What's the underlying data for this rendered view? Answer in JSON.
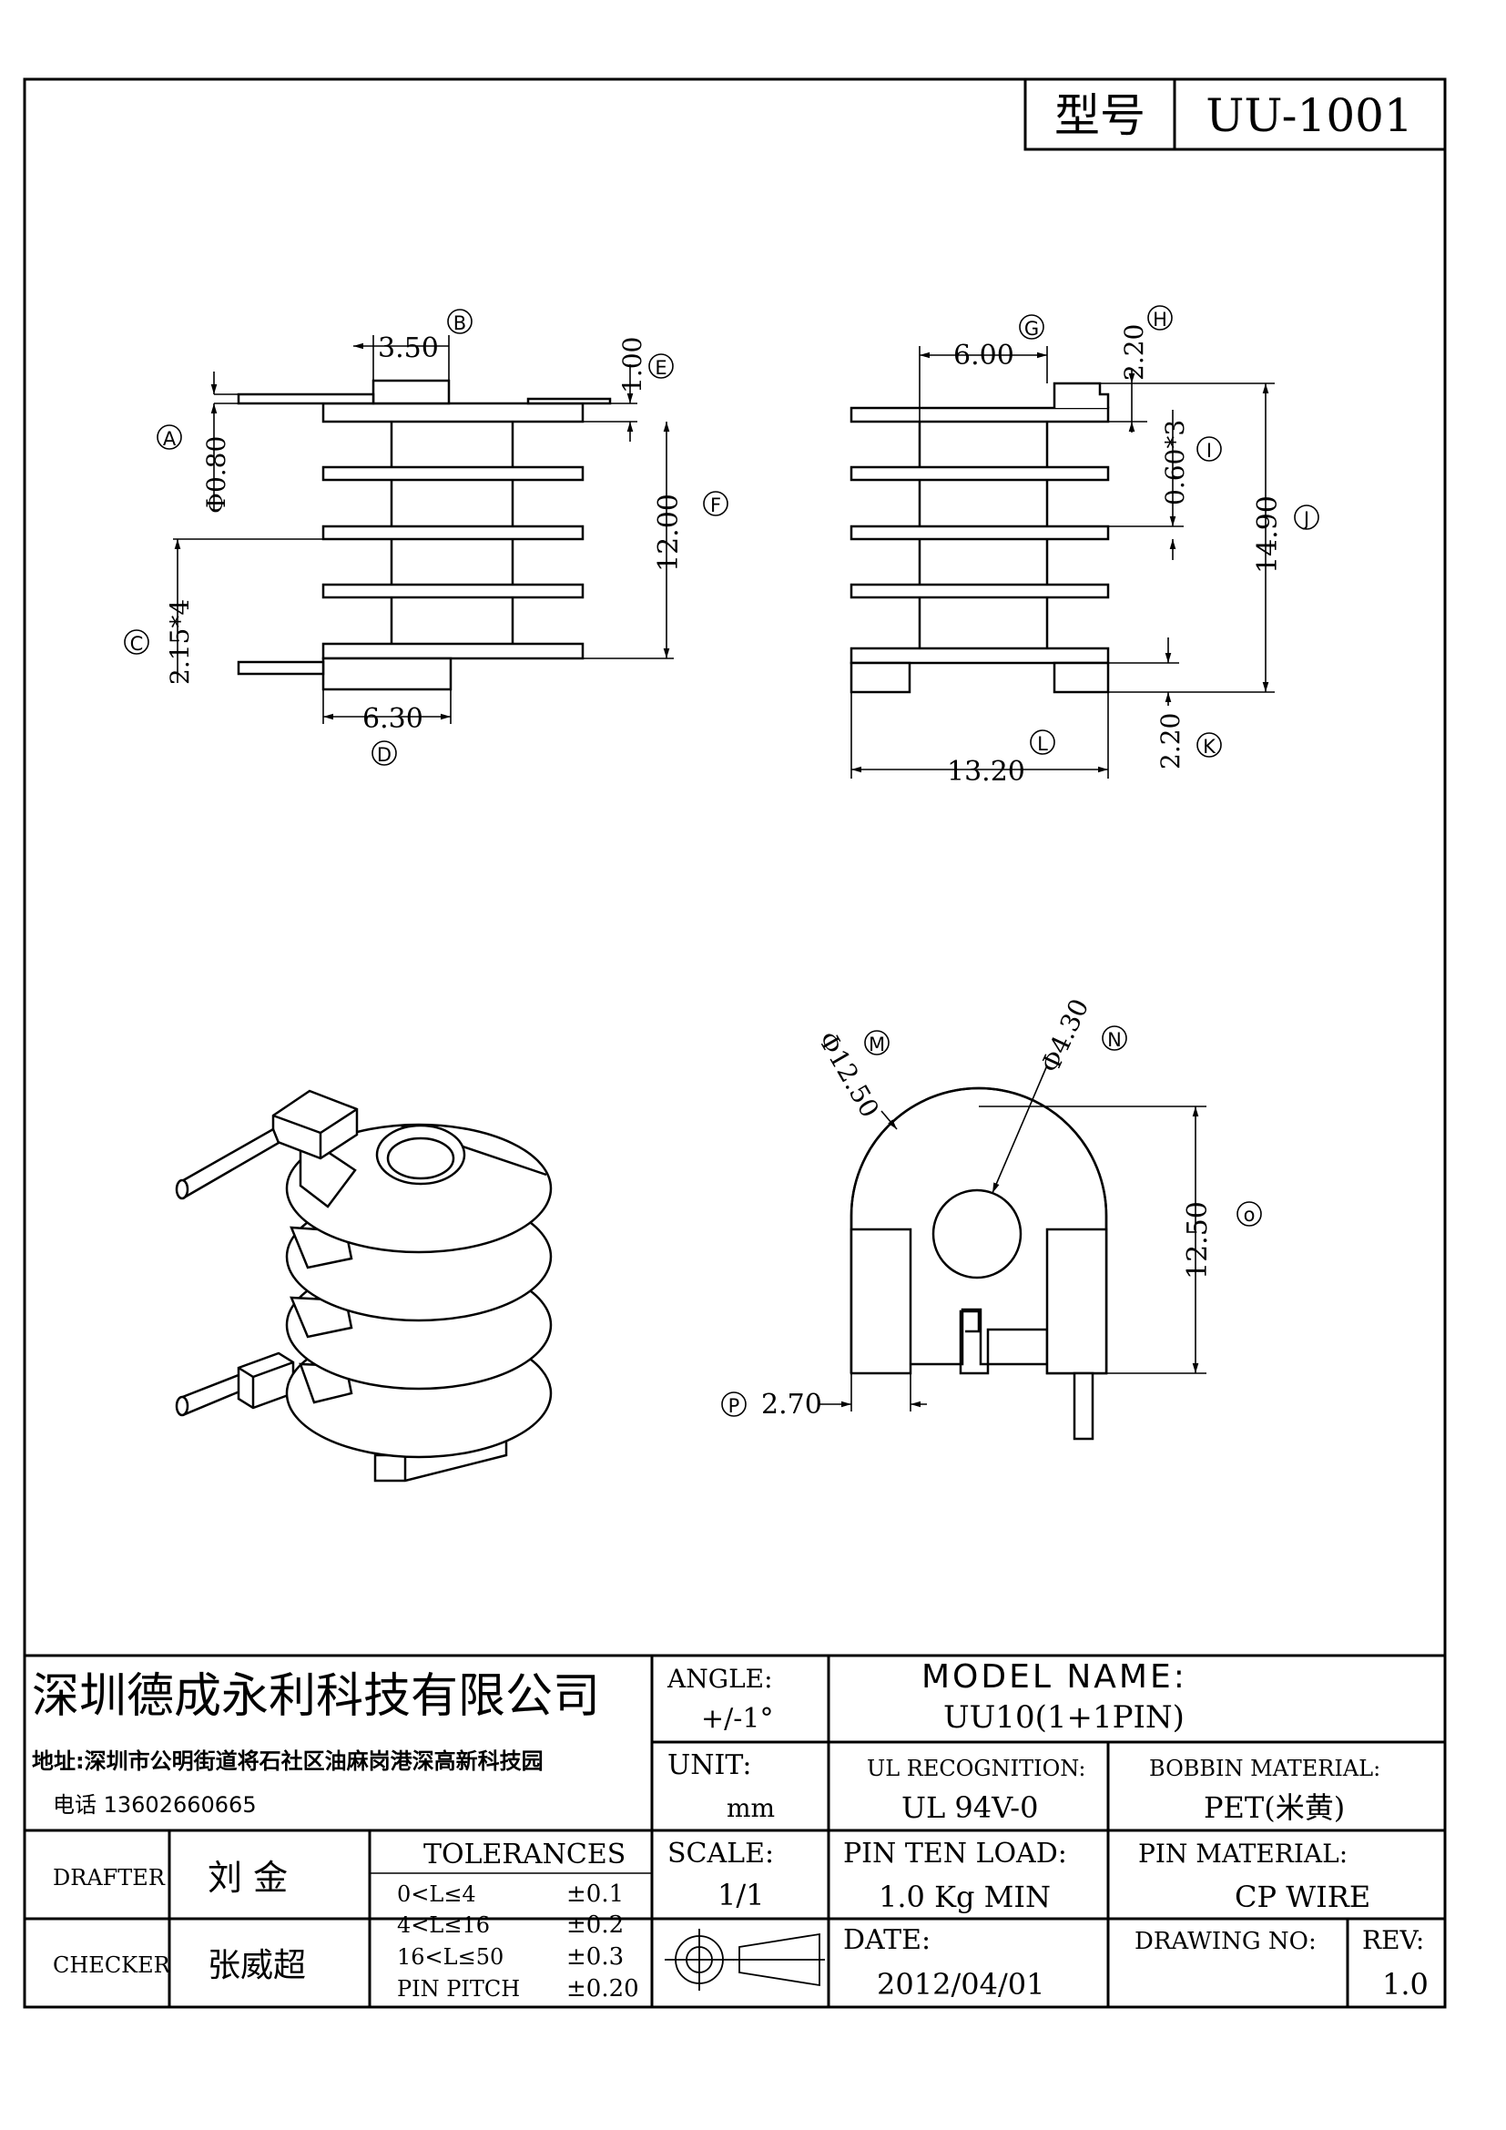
{
  "header": {
    "model_label": "型号",
    "model_value": "UU-1001"
  },
  "dimensions": {
    "A": {
      "letter": "A",
      "value": "Φ0.80"
    },
    "B": {
      "letter": "B",
      "value": "3.50"
    },
    "C": {
      "letter": "C",
      "value": "2.15*4"
    },
    "D": {
      "letter": "D",
      "value": "6.30"
    },
    "E": {
      "letter": "E",
      "value": "1.00"
    },
    "F": {
      "letter": "F",
      "value": "12.00"
    },
    "G": {
      "letter": "G",
      "value": "6.00"
    },
    "H": {
      "letter": "H",
      "value": "2.20"
    },
    "I": {
      "letter": "I",
      "value": "0.60*3"
    },
    "J": {
      "letter": "J",
      "value": "14.90"
    },
    "K": {
      "letter": "K",
      "value": "2.20"
    },
    "L": {
      "letter": "L",
      "value": "13.20"
    },
    "M": {
      "letter": "M",
      "value": "Φ12.50"
    },
    "N": {
      "letter": "N",
      "value": "Φ4.30"
    },
    "O": {
      "letter": "o",
      "value": "12.50"
    },
    "P": {
      "letter": "P",
      "value": "2.70"
    }
  },
  "title_block": {
    "company": "深圳德成永利科技有限公司",
    "address": "地址:深圳市公明街道将石社区油麻岗港深高新科技园",
    "phone": "电话 13602660665",
    "angle_label": "ANGLE:",
    "angle_value": "+/-1°",
    "model_name_label": "MODEL NAME:",
    "model_name_value": "UU10(1+1PIN)",
    "unit_label": "UNIT:",
    "unit_value": "mm",
    "ul_label": "UL RECOGNITION:",
    "ul_value": "UL 94V-0",
    "bobbin_label": "BOBBIN MATERIAL:",
    "bobbin_value": "PET(米黄)",
    "drafter_label": "DRAFTER",
    "drafter_value": "刘  金",
    "checker_label": "CHECKER",
    "checker_value": "张威超",
    "tolerances_label": "TOLERANCES",
    "tolerances": [
      {
        "range": "0<L≤4",
        "value": "±0.1"
      },
      {
        "range": "4<L≤16",
        "value": "±0.2"
      },
      {
        "range": "16<L≤50",
        "value": "±0.3"
      },
      {
        "range": "PIN PITCH",
        "value": "±0.20"
      }
    ],
    "scale_label": "SCALE:",
    "scale_value": "1/1",
    "pin_load_label": "PIN TEN LOAD:",
    "pin_load_value": "1.0 Kg MIN",
    "pin_material_label": "PIN MATERIAL:",
    "pin_material_value": "CP WIRE",
    "date_label": "DATE:",
    "date_value": "2012/04/01",
    "drawing_no_label": "DRAWING NO:",
    "drawing_no_value": "",
    "rev_label": "REV:",
    "rev_value": "1.0"
  }
}
